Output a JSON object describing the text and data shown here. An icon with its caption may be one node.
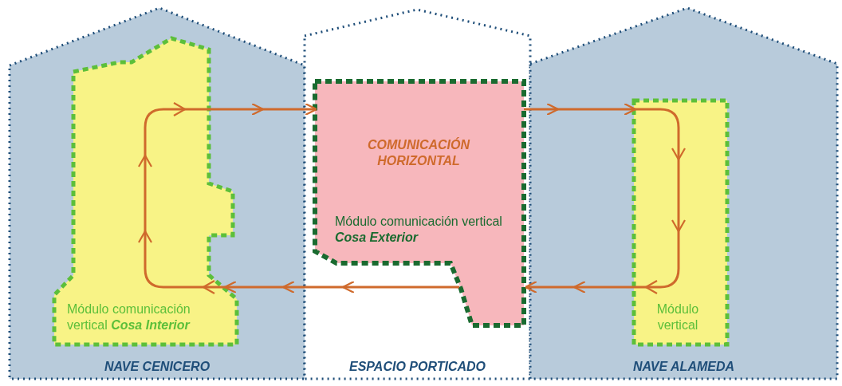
{
  "diagram": {
    "nodes": [
      {
        "text": [
          "NAVE CENICERO"
        ]
      },
      {
        "text": [
          "Módulo comunicación vertical **Cosa Interior**"
        ],
        "in": 0
      },
      {
        "text": [
          "ESPACIO PORTICADO"
        ]
      },
      {
        "text": [
          "COMUNICACIÓN HORIZONTAL",
          "Módulo comunicación vertical **Cosa Exterior**"
        ],
        "in": 2
      },
      {
        "text": [
          "NAVE ALAMEDA"
        ]
      },
      {
        "text": [
          "Módulo vertical"
        ],
        "in": 4
      }
    ],
    "edges": [
      {
        "from": 1,
        "to": 3,
        "arrow": "to"
      },
      {
        "from": 3,
        "to": 5,
        "arrow": "to"
      },
      {
        "from": 5,
        "to": 3,
        "arrow": "to"
      },
      {
        "from": 3,
        "to": 1,
        "arrow": "to"
      }
    ]
  }
}
